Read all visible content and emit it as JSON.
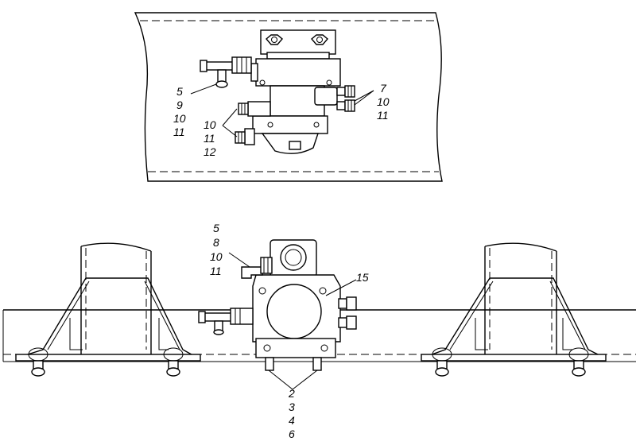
{
  "callouts": {
    "top_left": [
      "5",
      "9",
      "10",
      "11"
    ],
    "top_right": [
      "7",
      "10",
      "11"
    ],
    "top_bottom_left": [
      "10",
      "11",
      "12"
    ],
    "main_top": [
      "5",
      "8",
      "10",
      "11"
    ],
    "main_right": "15",
    "main_bottom": [
      "2",
      "3",
      "4",
      "6"
    ]
  }
}
